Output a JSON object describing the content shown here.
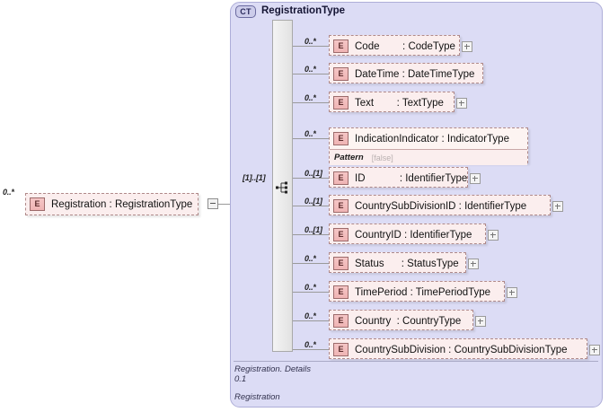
{
  "root": {
    "cardinality": "0..*",
    "badge": "E",
    "label": "Registration : RegistrationType"
  },
  "complex_type": {
    "badge": "CT",
    "title": "RegistrationType",
    "model_group": {
      "cardinality": "[1]..[1]",
      "icon": "sequence-icon"
    },
    "footer": {
      "detail": "Registration. Details\n0.1",
      "name": "Registration"
    }
  },
  "elements": [
    {
      "cardinality": "0..*",
      "badge": "E",
      "name": "Code",
      "separator": ":",
      "type": "CodeType",
      "label": "Code        : CodeType",
      "expandable": true,
      "pattern": null
    },
    {
      "cardinality": "0..*",
      "badge": "E",
      "name": "DateTime",
      "separator": ":",
      "type": "DateTimeType",
      "label": "DateTime : DateTimeType",
      "expandable": false,
      "pattern": null
    },
    {
      "cardinality": "0..*",
      "badge": "E",
      "name": "Text",
      "separator": ":",
      "type": "TextType",
      "label": "Text        : TextType",
      "expandable": true,
      "pattern": null
    },
    {
      "cardinality": "0..*",
      "badge": "E",
      "name": "IndicationIndicator",
      "separator": ":",
      "type": "IndicatorType",
      "label": "IndicationIndicator : IndicatorType",
      "expandable": false,
      "pattern": {
        "label": "Pattern",
        "value": "[false]"
      }
    },
    {
      "cardinality": "0..[1]",
      "badge": "E",
      "name": "ID",
      "separator": ":",
      "type": "IdentifierType",
      "label": "ID            : IdentifierType",
      "expandable": true,
      "pattern": null
    },
    {
      "cardinality": "0..[1]",
      "badge": "E",
      "name": "CountrySubDivisionID",
      "separator": ":",
      "type": "IdentifierType",
      "label": "CountrySubDivisionID : IdentifierType",
      "expandable": true,
      "pattern": null
    },
    {
      "cardinality": "0..[1]",
      "badge": "E",
      "name": "CountryID",
      "separator": ":",
      "type": "IdentifierType",
      "label": "CountryID : IdentifierType",
      "expandable": true,
      "pattern": null
    },
    {
      "cardinality": "0..*",
      "badge": "E",
      "name": "Status",
      "separator": ":",
      "type": "StatusType",
      "label": "Status      : StatusType",
      "expandable": true,
      "pattern": null
    },
    {
      "cardinality": "0..*",
      "badge": "E",
      "name": "TimePeriod",
      "separator": ":",
      "type": "TimePeriodType",
      "label": "TimePeriod : TimePeriodType",
      "expandable": true,
      "pattern": null
    },
    {
      "cardinality": "0..*",
      "badge": "E",
      "name": "Country",
      "separator": ":",
      "type": "CountryType",
      "label": "Country  : CountryType",
      "expandable": true,
      "pattern": null
    },
    {
      "cardinality": "0..*",
      "badge": "E",
      "name": "CountrySubDivision",
      "separator": ":",
      "type": "CountrySubDivisionType",
      "label": "CountrySubDivision : CountrySubDivisionType",
      "expandable": true,
      "pattern": null
    }
  ],
  "colors": {
    "container_bg": "#dcdcf5",
    "container_border": "#aeaed8",
    "node_bg": "#fbeeee",
    "node_border": "#b08a8a",
    "badge_bg": "#f1bcbc",
    "bar_bg": "#ededed"
  }
}
